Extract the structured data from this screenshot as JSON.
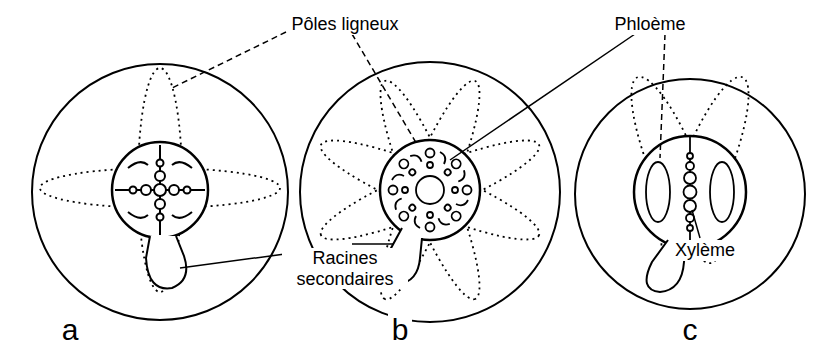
{
  "diagram": {
    "labels": [
      "Pôles ligneux",
      "Phloème",
      "Racines secondaires",
      "Xylème",
      "a",
      "b",
      "c"
    ]
  }
}
